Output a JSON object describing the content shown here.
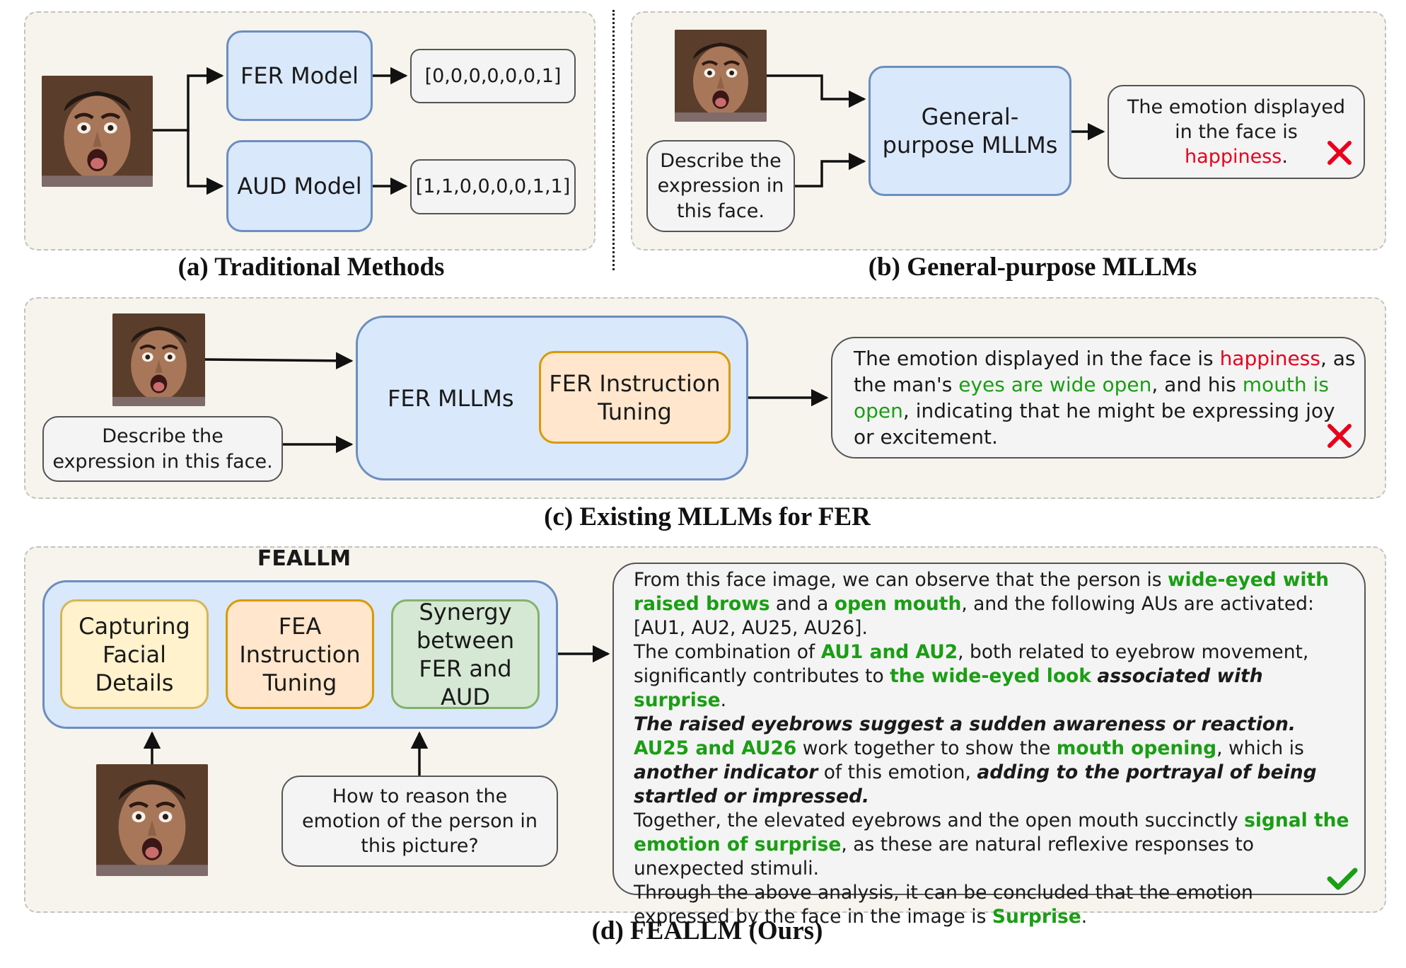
{
  "panel_a": {
    "caption": "(a) Traditional Methods",
    "fer_model": "FER Model",
    "aud_model": "AUD Model",
    "fer_output": "[0,0,0,0,0,0,1]",
    "aud_output": "[1,1,0,0,0,0,1,1]"
  },
  "panel_b": {
    "caption": "(b) General-purpose MLLMs",
    "prompt": "Describe the expression in this face.",
    "model": "General-purpose MLLMs",
    "response_pre": "The emotion displayed in the face is ",
    "response_emotion": "happiness",
    "response_post": "."
  },
  "panel_c": {
    "caption": "(c) Existing MLLMs for FER",
    "prompt": "Describe the expression in this face.",
    "model": "FER MLLMs",
    "tuning": "FER Instruction Tuning",
    "r1": "The emotion displayed in the face is ",
    "r2": "happiness",
    "r3": ", as the man's ",
    "r4": "eyes are wide open",
    "r5": ", and his ",
    "r6": "mouth is open",
    "r7": ", indicating that he might be expressing joy or excitement."
  },
  "panel_d": {
    "caption": "(d) FEALLM (Ours)",
    "title": "FEALLM",
    "module1": "Capturing Facial Details",
    "module2": "FEA Instruction Tuning",
    "module3": "Synergy between FER and AUD",
    "prompt": "How to reason the emotion of the person in this picture?",
    "s1": "From this face image, we can observe that the person is ",
    "s2": "wide-eyed with raised brows",
    "s3": " and a ",
    "s4": "open mouth",
    "s5": ", and the following AUs are activated:[AU1, AU2, AU25, AU26].",
    "s6": "The combination of ",
    "s7": "AU1 and AU2",
    "s8": ", both related to eyebrow movement, significantly contributes to ",
    "s9": "the wide-eyed look",
    "s10": "associated with",
    "s11": "surprise",
    "s12": "The raised eyebrows suggest a sudden awareness or reaction.",
    "s13": "AU25 and AU26",
    "s14": " work together to show the ",
    "s15": "mouth opening",
    "s16": ", which is ",
    "s17": "another indicator",
    "s18": " of this emotion, ",
    "s19": "adding to the portrayal of being startled or impressed.",
    "s20": "Together, the elevated eyebrows and the open mouth succinctly ",
    "s21": "signal the emotion of surprise",
    "s22": ", as these are natural reflexive responses to unexpected stimuli.",
    "s23": "Through the above analysis, it can be concluded that the emotion expressed by the face in the image is ",
    "s24": "Surprise",
    "s25": "."
  },
  "colors": {
    "wrong": "#e8001c",
    "correct": "#1a9e14",
    "model_fill": "#dae8fc",
    "model_border": "#6c8ebf"
  },
  "icons": [
    "face-photo",
    "cross-icon",
    "check-icon"
  ]
}
